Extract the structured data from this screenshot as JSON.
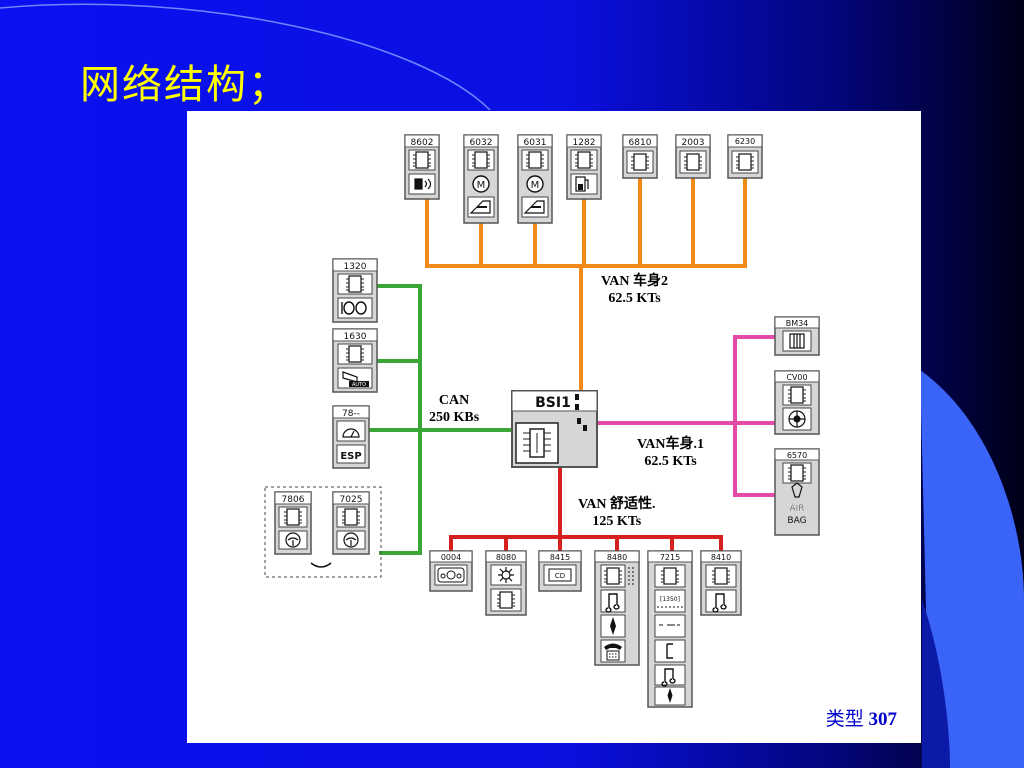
{
  "slide": {
    "title": "网络结构；"
  },
  "buses": {
    "van_body2": {
      "name": "VAN 车身2",
      "speed": "62.5 KTs",
      "color": "#f28a1a"
    },
    "can": {
      "name": "CAN",
      "speed": "250 KBs",
      "color": "#3aa637"
    },
    "van_body1": {
      "name": "VAN车身.1",
      "speed": "62.5 KTs",
      "color": "#e64aa8"
    },
    "van_comfort": {
      "name": "VAN 舒适性.",
      "speed": "125 KTs",
      "color": "#d61f1f"
    }
  },
  "hub": {
    "label": "BSI1"
  },
  "modules": {
    "m8602": {
      "code": "8602",
      "icons": [
        "chip-icon",
        "key-signal-icon"
      ]
    },
    "m6032": {
      "code": "6032",
      "icons": [
        "chip-icon",
        "motor-icon",
        "window-lift-icon"
      ]
    },
    "m6031": {
      "code": "6031",
      "icons": [
        "chip-icon",
        "motor-icon",
        "window-lift-icon"
      ]
    },
    "m1282": {
      "code": "1282",
      "icons": [
        "chip-icon",
        "fuel-pump-icon"
      ]
    },
    "m6810": {
      "code": "6810",
      "icons": [
        "chip-icon"
      ]
    },
    "m2003": {
      "code": "2003",
      "icons": [
        "chip-icon"
      ]
    },
    "m6230": {
      "code": "6230",
      "icons": [
        "chip-icon"
      ]
    },
    "m1320": {
      "code": "1320",
      "icons": [
        "chip-icon",
        "engine-ecu-icon"
      ]
    },
    "m1630": {
      "code": "1630",
      "icons": [
        "chip-icon",
        "auto-gearbox-icon"
      ]
    },
    "m78": {
      "code": "78--",
      "icons": [
        "gauge-icon",
        "esp-icon"
      ],
      "esp_text": "ESP"
    },
    "m7806": {
      "code": "7806",
      "icons": [
        "chip-icon",
        "steering-icon"
      ]
    },
    "m7025": {
      "code": "7025",
      "icons": [
        "chip-icon",
        "steering-icon"
      ]
    },
    "mBM34": {
      "code": "BM34",
      "icons": [
        "fuse-box-icon"
      ]
    },
    "mCV00": {
      "code": "CV00",
      "icons": [
        "chip-icon",
        "steering-switch-icon"
      ]
    },
    "m6570": {
      "code": "6570",
      "icons": [
        "chip-icon",
        "airbag-icon"
      ],
      "airbag_text": [
        "AIR",
        "BAG"
      ]
    },
    "m0004": {
      "code": "0004",
      "icons": [
        "instrument-cluster-icon"
      ]
    },
    "m8080": {
      "code": "8080",
      "icons": [
        "climate-icon",
        "chip-icon"
      ]
    },
    "m8415": {
      "code": "8415",
      "icons": [
        "cd-changer-icon"
      ],
      "cd_text": "CD"
    },
    "m8480": {
      "code": "8480",
      "icons": [
        "chip-icon",
        "music-icon",
        "navigation-icon",
        "phone-icon"
      ]
    },
    "m7215": {
      "code": "7215",
      "icons": [
        "chip-icon",
        "display-icon",
        "music-icon",
        "navigation-icon"
      ],
      "display_text": "[1350]"
    },
    "m8410": {
      "code": "8410",
      "icons": [
        "chip-icon",
        "music-icon"
      ]
    }
  },
  "footer": {
    "type_label": "类型",
    "type_number": "307"
  },
  "colors": {
    "background": "#0a10f0",
    "title": "#ffff00",
    "footer": "#0000cc",
    "module_frame": "#555555",
    "module_fill": "#d6d6d6"
  }
}
